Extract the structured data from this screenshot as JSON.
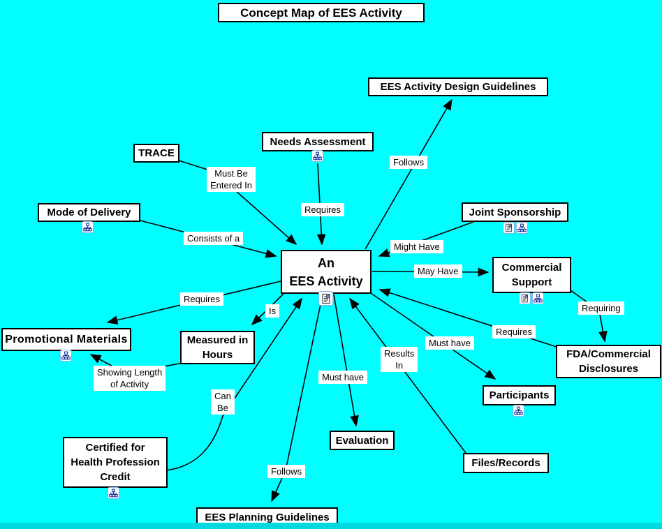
{
  "title": "Concept Map of EES Activity",
  "colors": {
    "background": "#00ffff",
    "node_fill": "#ffffff",
    "node_border": "#000000",
    "edge_color": "#000000",
    "icon_border": "#86b2e8",
    "bottom_strip": "#00d9df"
  },
  "nodes": [
    {
      "id": "central",
      "label": "An\nEES Activity",
      "icons": [
        "document-icon"
      ]
    },
    {
      "id": "design-guidelines",
      "label": "EES Activity Design Guidelines",
      "icons": []
    },
    {
      "id": "needs-assessment",
      "label": "Needs Assessment",
      "icons": [
        "hierarchy-icon"
      ]
    },
    {
      "id": "trace",
      "label": "TRACE",
      "icons": []
    },
    {
      "id": "mode-of-delivery",
      "label": "Mode of Delivery",
      "icons": [
        "hierarchy-icon"
      ]
    },
    {
      "id": "joint-sponsorship",
      "label": "Joint Sponsorship",
      "icons": [
        "document-icon",
        "hierarchy-icon"
      ]
    },
    {
      "id": "commercial-support",
      "label": "Commercial\nSupport",
      "icons": [
        "document-icon",
        "hierarchy-icon"
      ]
    },
    {
      "id": "promotional-materials",
      "label": "Promotional Materials",
      "icons": [
        "hierarchy-icon"
      ]
    },
    {
      "id": "measured-in-hours",
      "label": "Measured in\nHours",
      "icons": []
    },
    {
      "id": "fda-commercial-disclosures",
      "label": "FDA/Commercial\nDisclosures",
      "icons": []
    },
    {
      "id": "participants",
      "label": "Participants",
      "icons": [
        "hierarchy-icon"
      ]
    },
    {
      "id": "evaluation",
      "label": "Evaluation",
      "icons": []
    },
    {
      "id": "certified-for-credit",
      "label": "Certified for\nHealth Profession\nCredit",
      "icons": [
        "hierarchy-icon"
      ]
    },
    {
      "id": "files-records",
      "label": "Files/Records",
      "icons": []
    },
    {
      "id": "ees-planning-guidelines",
      "label": "EES Planning Guidelines",
      "icons": []
    }
  ],
  "edge_labels": [
    {
      "text": "Follows"
    },
    {
      "text": "Must Be\nEntered In"
    },
    {
      "text": "Requires"
    },
    {
      "text": "Consists of a"
    },
    {
      "text": "Might Have"
    },
    {
      "text": "May Have"
    },
    {
      "text": "Requiring"
    },
    {
      "text": "Requires"
    },
    {
      "text": "Is"
    },
    {
      "text": "Requires"
    },
    {
      "text": "Must have"
    },
    {
      "text": "Results\nIn"
    },
    {
      "text": "Showing Length\nof Activity"
    },
    {
      "text": "Must have"
    },
    {
      "text": "Can\nBe"
    },
    {
      "text": "Follows"
    }
  ],
  "edges": [
    {
      "from": "TRACE",
      "to": "An EES Activity",
      "label": "Must Be Entered In"
    },
    {
      "from": "Needs Assessment",
      "to": "An EES Activity",
      "label": "Requires"
    },
    {
      "from": "An EES Activity",
      "to": "EES Activity Design Guidelines",
      "label": "Follows"
    },
    {
      "from": "Mode of Delivery",
      "to": "An EES Activity",
      "label": "Consists of a"
    },
    {
      "from": "Joint Sponsorship",
      "to": "An EES Activity",
      "label": "Might Have"
    },
    {
      "from": "An EES Activity",
      "to": "Commercial Support",
      "label": "May Have"
    },
    {
      "from": "Commercial Support",
      "to": "FDA/Commercial Disclosures",
      "label": "Requiring"
    },
    {
      "from": "An EES Activity",
      "to": "FDA/Commercial Disclosures",
      "label": "Requires"
    },
    {
      "from": "An EES Activity",
      "to": "Participants",
      "label": "Must have"
    },
    {
      "from": "An EES Activity",
      "to": "Files/Records",
      "label": "Results In"
    },
    {
      "from": "An EES Activity",
      "to": "Evaluation",
      "label": "Must have"
    },
    {
      "from": "An EES Activity",
      "to": "EES Planning Guidelines",
      "label": "Follows"
    },
    {
      "from": "An EES Activity",
      "to": "Measured in Hours",
      "label": "Is"
    },
    {
      "from": "An EES Activity",
      "to": "Promotional Materials",
      "label": "Requires"
    },
    {
      "from": "Measured in Hours",
      "to": "Promotional Materials",
      "label": "Showing Length of Activity"
    },
    {
      "from": "Certified for Health Profession Credit",
      "to": "An EES Activity",
      "label": "Can Be"
    }
  ]
}
